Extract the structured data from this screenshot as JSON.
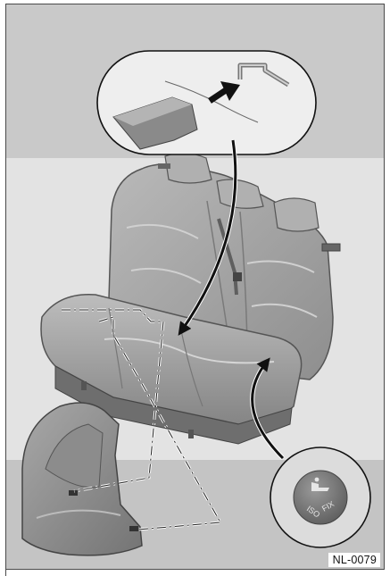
{
  "figure": {
    "reference_code": "NL-0079",
    "isofix_badge": {
      "icon": "child-seat-icon",
      "text_left": "ISO",
      "text_right": "FIX"
    }
  },
  "colors": {
    "background_upper": "#e0e0e0",
    "background_band_dark": "#c6c6c6",
    "seat_fill": "#9a9a9a",
    "seat_dark": "#6b6b6b",
    "arrow": "#111111",
    "frame": "#4a4a4a"
  }
}
